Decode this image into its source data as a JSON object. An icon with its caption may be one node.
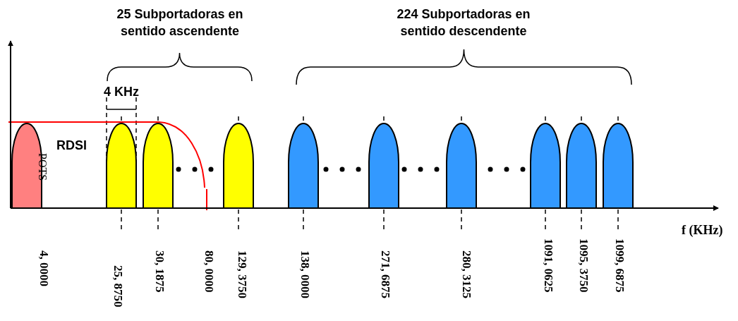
{
  "diagram": {
    "nodes": [
      {
        "text": [
          "POTS"
        ]
      },
      {
        "text": [],
        "shape": "arch"
      },
      {
        "text": [],
        "shape": "arch"
      },
      {
        "text": [],
        "shape": "arch"
      },
      {
        "text": [],
        "shape": "arch"
      },
      {
        "text": [],
        "shape": "arch"
      },
      {
        "text": [],
        "shape": "arch"
      },
      {
        "text": [],
        "shape": "arch"
      },
      {
        "text": [],
        "shape": "arch"
      },
      {
        "text": [],
        "shape": "arch"
      }
    ],
    "labels": [
      "25 Subportadoras en sentido ascendente",
      "224 Subportadoras en sentido descendente",
      "4 KHz",
      "RDSI",
      "f (KHz)",
      "4, 0000",
      "25, 8750",
      "30, 1875",
      "80, 0000",
      "129, 3750",
      "138, 0000",
      "271, 6875",
      "280, 3125",
      "1091, 0625",
      "1095, 3750",
      "1099, 6875"
    ]
  }
}
